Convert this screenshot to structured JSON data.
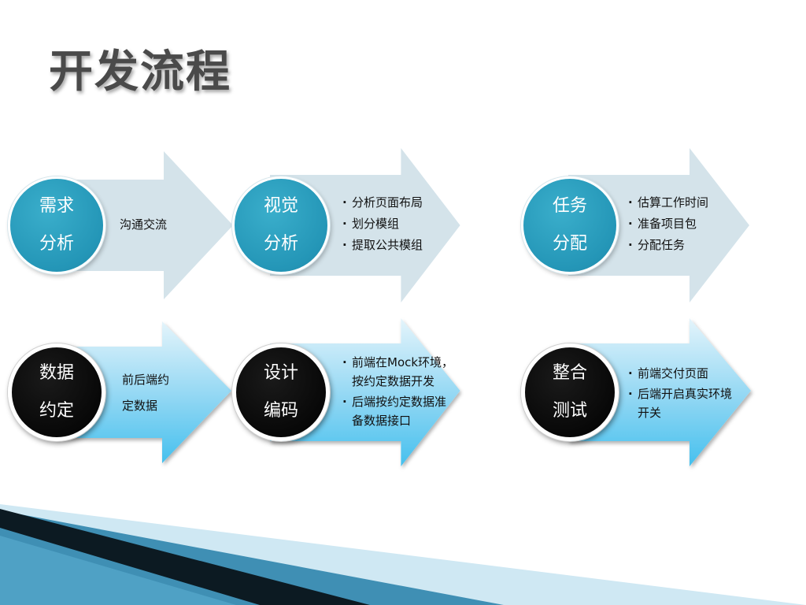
{
  "title": "开发流程",
  "steps": [
    {
      "circle": [
        "需求",
        "分析"
      ],
      "lines": [
        "沟通交流"
      ]
    },
    {
      "circle": [
        "视觉",
        "分析"
      ],
      "bullets": [
        "分析页面布局",
        "划分模组",
        "提取公共模组"
      ]
    },
    {
      "circle": [
        "任务",
        "分配"
      ],
      "bullets": [
        "估算工作时间",
        "准备项目包",
        "分配任务"
      ]
    },
    {
      "circle": [
        "数据",
        "约定"
      ],
      "lines": [
        "前后端约",
        "定数据"
      ]
    },
    {
      "circle": [
        "设计",
        "编码"
      ],
      "bullets": [
        "前端在Mock环境，",
        "按约定数据开发",
        "后端按约定数据准",
        "备数据接口"
      ]
    },
    {
      "circle": [
        "整合",
        "测试"
      ],
      "bullets": [
        "前端交付页面",
        "后端开启真实环境",
        "开关"
      ]
    }
  ],
  "colors": {
    "title": "#4a4a4a",
    "arrow_light": "#d4e3ea",
    "arrow_blue_top": "#dff2fb",
    "arrow_blue_bottom": "#4cc4f0",
    "circle_teal": "#2496b7",
    "circle_black": "#000000",
    "footer_dark": "#0c1a22",
    "footer_blue": "#3f8fb4",
    "footer_light": "#cfe8f3"
  }
}
